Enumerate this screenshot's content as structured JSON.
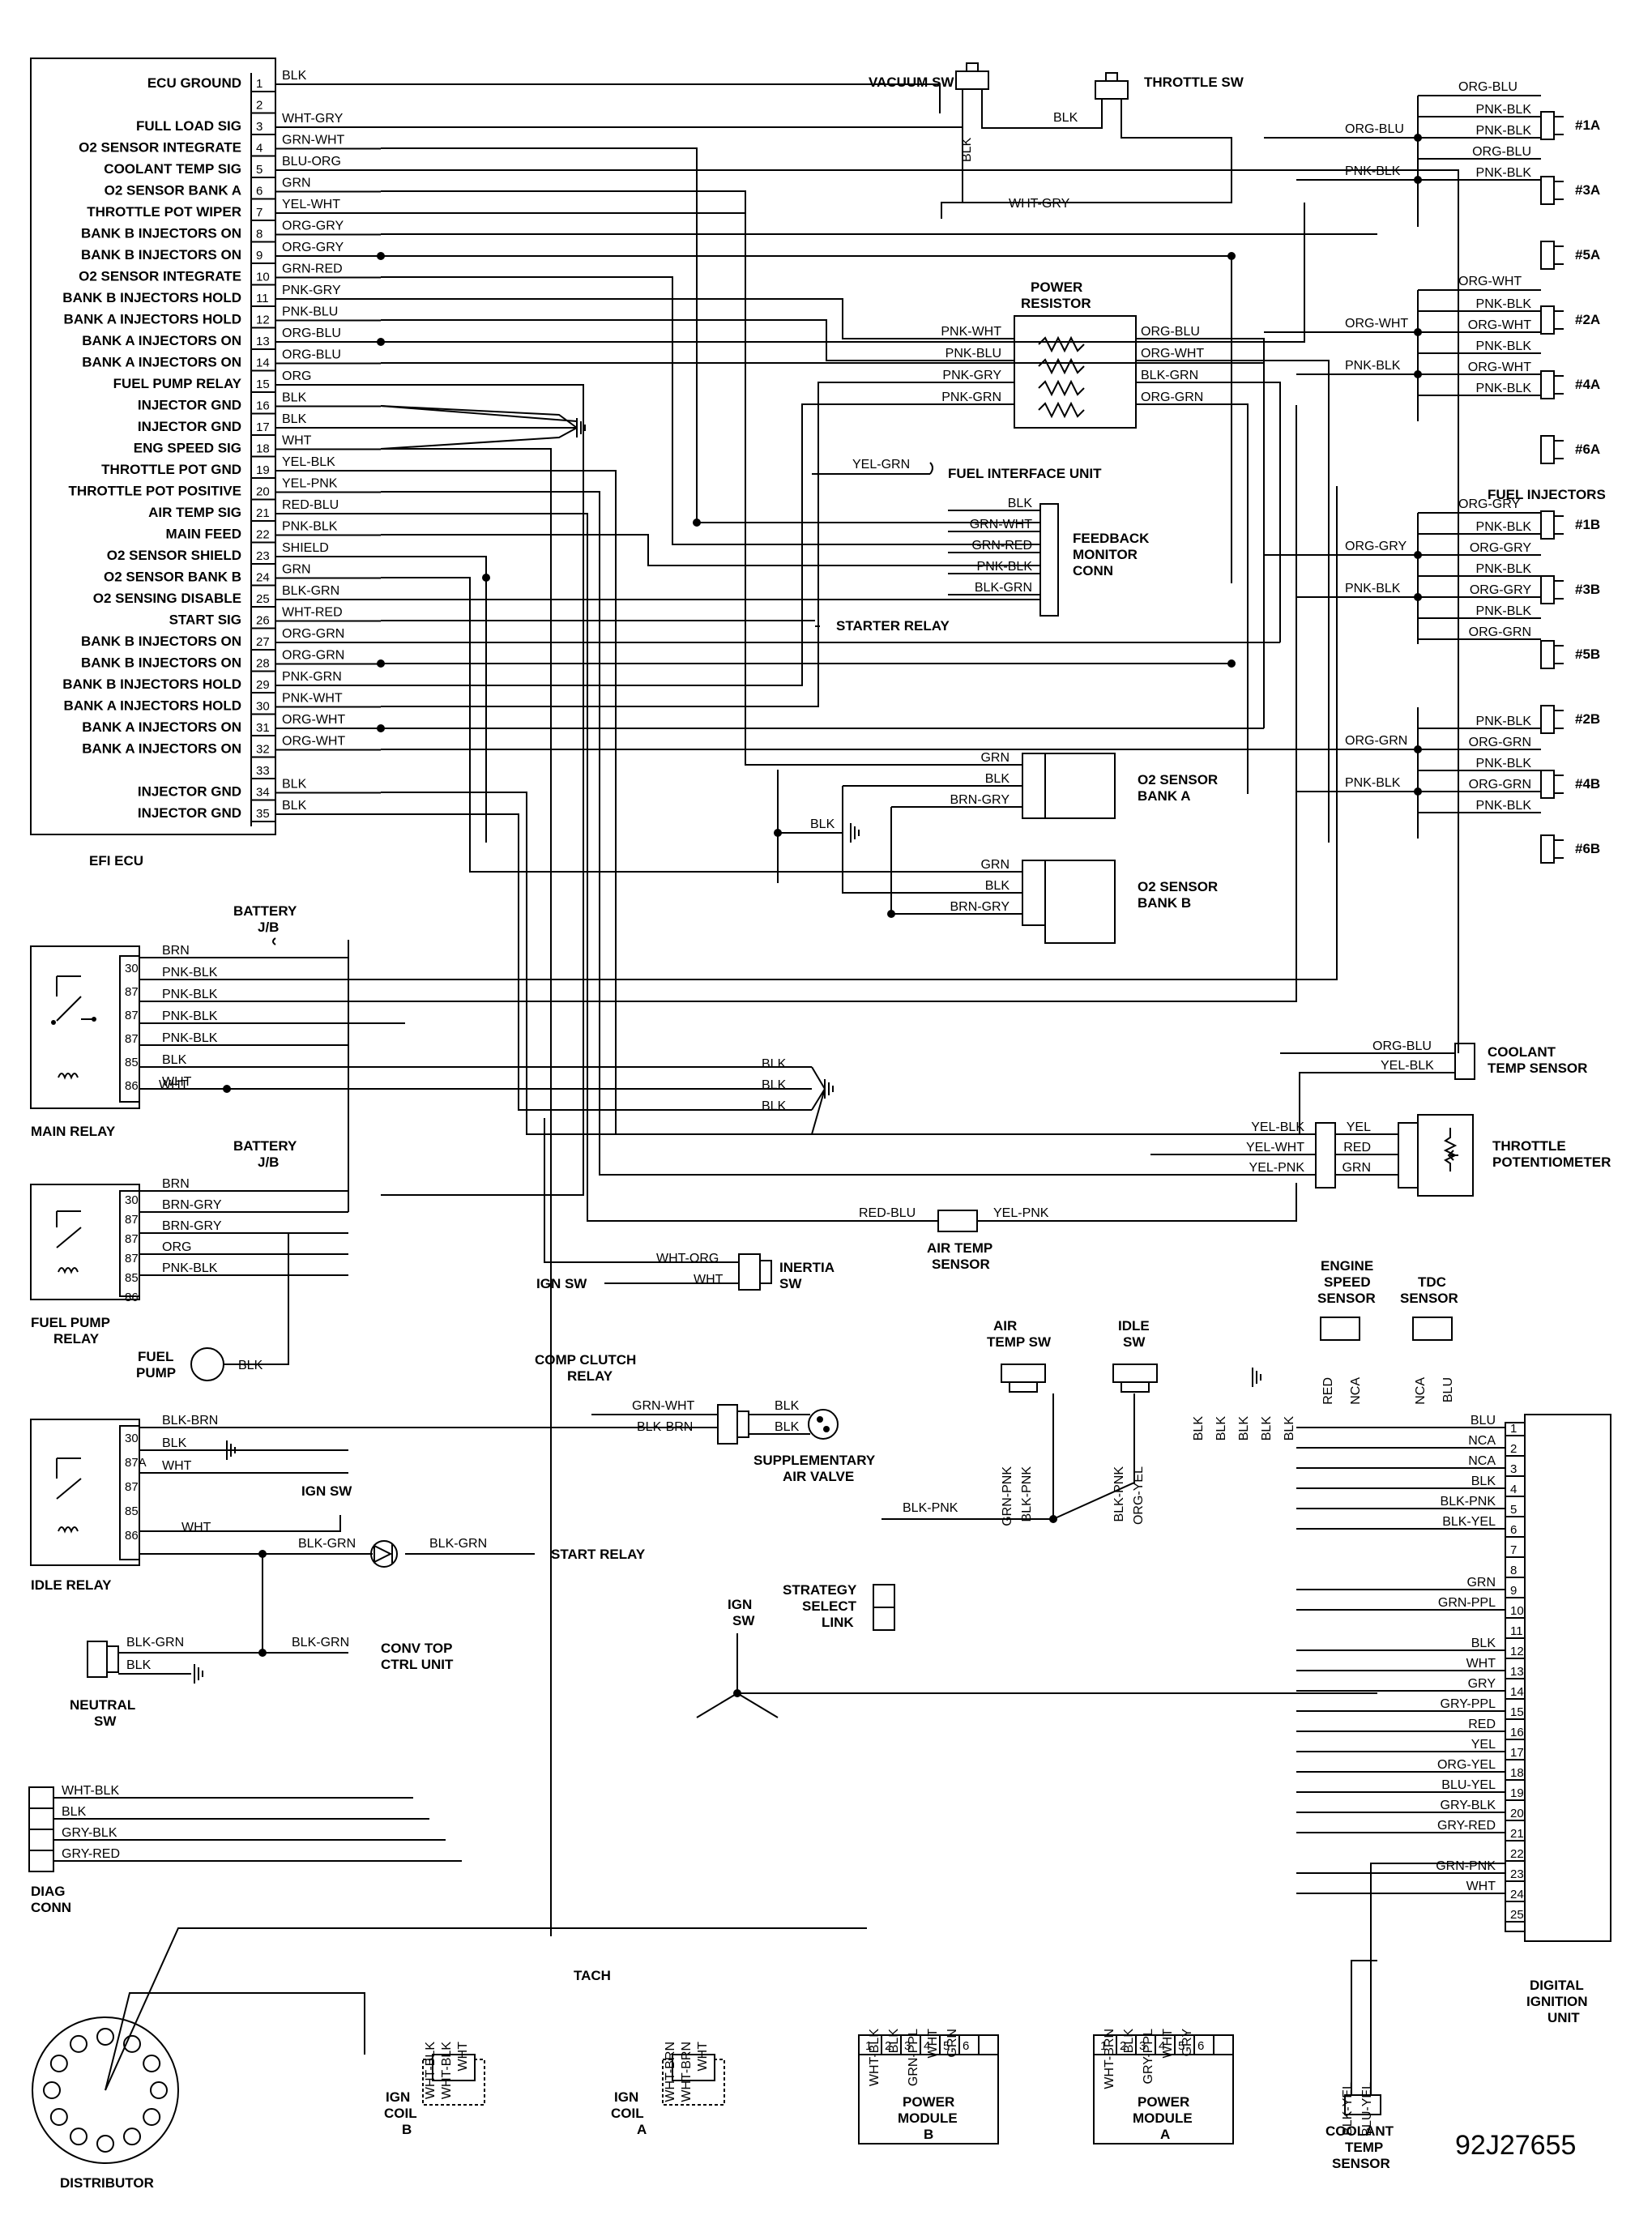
{
  "figure_id": "92J27655",
  "ecu": {
    "name": "EFI ECU",
    "pins": [
      {
        "num": "1",
        "label": "ECU GROUND",
        "wire": "BLK"
      },
      {
        "num": "2",
        "label": "",
        "wire": ""
      },
      {
        "num": "3",
        "label": "FULL LOAD SIG",
        "wire": "WHT-GRY"
      },
      {
        "num": "4",
        "label": "O2 SENSOR INTEGRATE",
        "wire": "GRN-WHT"
      },
      {
        "num": "5",
        "label": "COOLANT TEMP SIG",
        "wire": "BLU-ORG"
      },
      {
        "num": "6",
        "label": "O2 SENSOR BANK A",
        "wire": "GRN"
      },
      {
        "num": "7",
        "label": "THROTTLE POT WIPER",
        "wire": "YEL-WHT"
      },
      {
        "num": "8",
        "label": "BANK B INJECTORS ON",
        "wire": "ORG-GRY"
      },
      {
        "num": "9",
        "label": "BANK B INJECTORS ON",
        "wire": "ORG-GRY"
      },
      {
        "num": "10",
        "label": "O2 SENSOR INTEGRATE",
        "wire": "GRN-RED"
      },
      {
        "num": "11",
        "label": "BANK B INJECTORS HOLD",
        "wire": "PNK-GRY"
      },
      {
        "num": "12",
        "label": "BANK A INJECTORS HOLD",
        "wire": "PNK-BLU"
      },
      {
        "num": "13",
        "label": "BANK A INJECTORS ON",
        "wire": "ORG-BLU"
      },
      {
        "num": "14",
        "label": "BANK A INJECTORS ON",
        "wire": "ORG-BLU"
      },
      {
        "num": "15",
        "label": "FUEL PUMP RELAY",
        "wire": "ORG"
      },
      {
        "num": "16",
        "label": "INJECTOR GND",
        "wire": "BLK"
      },
      {
        "num": "17",
        "label": "INJECTOR GND",
        "wire": "BLK"
      },
      {
        "num": "18",
        "label": "ENG SPEED SIG",
        "wire": "WHT"
      },
      {
        "num": "19",
        "label": "THROTTLE POT GND",
        "wire": "YEL-BLK"
      },
      {
        "num": "20",
        "label": "THROTTLE POT POSITIVE",
        "wire": "YEL-PNK"
      },
      {
        "num": "21",
        "label": "AIR TEMP SIG",
        "wire": "RED-BLU"
      },
      {
        "num": "22",
        "label": "MAIN FEED",
        "wire": "PNK-BLK"
      },
      {
        "num": "23",
        "label": "O2 SENSOR SHIELD",
        "wire": "SHIELD"
      },
      {
        "num": "24",
        "label": "O2 SENSOR BANK B",
        "wire": "GRN"
      },
      {
        "num": "25",
        "label": "O2 SENSING DISABLE",
        "wire": "BLK-GRN"
      },
      {
        "num": "26",
        "label": "START SIG",
        "wire": "WHT-RED"
      },
      {
        "num": "27",
        "label": "BANK B INJECTORS ON",
        "wire": "ORG-GRN"
      },
      {
        "num": "28",
        "label": "BANK B INJECTORS ON",
        "wire": "ORG-GRN"
      },
      {
        "num": "29",
        "label": "BANK B INJECTORS HOLD",
        "wire": "PNK-GRN"
      },
      {
        "num": "30",
        "label": "BANK A INJECTORS HOLD",
        "wire": "PNK-WHT"
      },
      {
        "num": "31",
        "label": "BANK A INJECTORS ON",
        "wire": "ORG-WHT"
      },
      {
        "num": "32",
        "label": "BANK A INJECTORS ON",
        "wire": "ORG-WHT"
      },
      {
        "num": "33",
        "label": "",
        "wire": ""
      },
      {
        "num": "34",
        "label": "INJECTOR GND",
        "wire": "BLK"
      },
      {
        "num": "35",
        "label": "INJECTOR GND",
        "wire": "BLK"
      }
    ]
  },
  "switches": {
    "vacuum": "VACUUM SW",
    "throttle": "THROTTLE SW",
    "vac_blk": "BLK",
    "vac_thr": "BLK",
    "vac_whtgry": "WHT-GRY"
  },
  "power_resistor": {
    "title": "POWER RESISTOR",
    "left": [
      "PNK-WHT",
      "PNK-BLU",
      "PNK-GRY",
      "PNK-GRN"
    ],
    "right": [
      "ORG-BLU",
      "ORG-WHT",
      "BLK-GRN",
      "ORG-GRN"
    ]
  },
  "fuel_interface": {
    "wire": "YEL-GRN",
    "label": "FUEL INTERFACE UNIT"
  },
  "feedback": {
    "title": "FEEDBACK MONITOR CONN",
    "wires": [
      "BLK",
      "GRN-WHT",
      "GRN-RED",
      "PNK-BLK",
      "BLK-GRN"
    ]
  },
  "starter_relay": "STARTER RELAY",
  "o2a": {
    "title": "O2 SENSOR BANK A",
    "wires": [
      "GRN",
      "BLK",
      "BRN-GRY"
    ]
  },
  "o2b": {
    "title": "O2 SENSOR BANK B",
    "wires": [
      "GRN",
      "BLK",
      "BRN-GRY"
    ]
  },
  "o2_gnd": "BLK",
  "injectors": {
    "title": "FUEL INJECTORS",
    "names": [
      "#1A",
      "#3A",
      "#5A",
      "#2A",
      "#4A",
      "#6A",
      "#1B",
      "#3B",
      "#5B",
      "#2B",
      "#4B",
      "#6B"
    ],
    "groups": [
      {
        "feed": "ORG-BLU",
        "feed_top": "ORG-BLU",
        "hold": "PNK-BLK",
        "rows": [
          "PNK-BLK",
          "PNK-BLK",
          "ORG-BLU",
          "PNK-BLK"
        ]
      },
      {
        "feed": "ORG-WHT",
        "feed_top": "ORG-WHT",
        "hold": "PNK-BLK",
        "rows": [
          "PNK-BLK",
          "ORG-WHT",
          "PNK-BLK",
          "ORG-WHT",
          "PNK-BLK"
        ]
      },
      {
        "feed": "ORG-GRY",
        "feed_top": "ORG-GRY",
        "hold": "PNK-BLK",
        "rows": [
          "PNK-BLK",
          "ORG-GRY",
          "PNK-BLK",
          "ORG-GRY",
          "PNK-BLK",
          "ORG-GRN"
        ]
      },
      {
        "feed": "ORG-GRN",
        "feed_top": "",
        "hold": "PNK-BLK",
        "rows": [
          "PNK-BLK",
          "ORG-GRN",
          "PNK-BLK",
          "ORG-GRN",
          "PNK-BLK"
        ]
      }
    ]
  },
  "main_relay": {
    "title": "MAIN RELAY",
    "battery": "BATTERY J/B",
    "pins": [
      "30",
      "87",
      "87",
      "87",
      "85",
      "86"
    ],
    "wires": [
      "BRN",
      "PNK-BLK",
      "PNK-BLK",
      "PNK-BLK",
      "PNK-BLK",
      "BLK",
      "WHT"
    ]
  },
  "fp_relay": {
    "title": "FUEL PUMP RELAY",
    "battery": "BATTERY J/B",
    "pins": [
      "30",
      "87",
      "87",
      "87",
      "85",
      "86"
    ],
    "wires": [
      "BRN",
      "BRN-GRY",
      "BRN-GRY",
      "ORG",
      "PNK-BLK"
    ]
  },
  "fuel_pump": {
    "title": "FUEL PUMP",
    "wire": "BLK"
  },
  "ground_blk": [
    "BLK",
    "BLK",
    "BLK"
  ],
  "coolant_sensor": {
    "title": "COOLANT TEMP SENSOR",
    "wires": [
      "ORG-BLU",
      "YEL-BLK"
    ]
  },
  "throttle_pot": {
    "title": "THROTTLE POTENTIOMETER",
    "left": [
      "YEL-BLK",
      "YEL-WHT",
      "YEL-PNK"
    ],
    "right": [
      "YEL",
      "RED",
      "GRN"
    ]
  },
  "air_temp": {
    "title": "AIR TEMP SENSOR",
    "left": "RED-BLU",
    "right": "YEL-PNK"
  },
  "inertia": {
    "title": "INERTIA SW",
    "ign": "IGN SW",
    "wires": [
      "WHT-ORG",
      "WHT"
    ]
  },
  "comp_clutch": {
    "title": "COMP CLUTCH RELAY",
    "wires": [
      "GRN-WHT",
      "BLK-BRN"
    ],
    "right": [
      "BLK",
      "BLK"
    ]
  },
  "sav": "SUPPLEMENTARY AIR VALVE",
  "idle_relay": {
    "title": "IDLE RELAY",
    "pins": [
      "30",
      "87A",
      "87",
      "85",
      "86"
    ],
    "wires": [
      "BLK-BRN",
      "BLK",
      "WHT",
      "BLK-GRN",
      "BLK-GRN",
      "BLK-GRN"
    ],
    "ign": "IGN SW",
    "start": "START RELAY"
  },
  "neutral": {
    "title": "NEUTRAL SW",
    "wires": [
      "BLK-GRN",
      "BLK"
    ],
    "conv": "CONV TOP CTRL UNIT",
    "conv_wire": "BLK-GRN"
  },
  "diag": {
    "title": "DIAG CONN",
    "wires": [
      "WHT-BLK",
      "BLK",
      "GRY-BLK",
      "GRY-RED"
    ]
  },
  "distributor": "DISTRIBUTOR",
  "ign_sw_low": {
    "title": "IGN SW",
    "wire": "WHT"
  },
  "strategy": "STRATEGY SELECT LINK",
  "air_temp_sw": {
    "title": "AIR TEMP SW",
    "wires": [
      "GRN-PNK",
      "BLK-PNK"
    ]
  },
  "idle_sw": {
    "title": "IDLE SW",
    "wires": [
      "BLK-PNK",
      "ORG-YEL"
    ]
  },
  "gnd_blk5": [
    "BLK",
    "BLK",
    "BLK",
    "BLK",
    "BLK"
  ],
  "blk_pnk": "BLK-PNK",
  "eng_speed": {
    "title": "ENGINE SPEED SENSOR",
    "wires": [
      "RED",
      "NCA"
    ]
  },
  "tdc": {
    "title": "TDC SENSOR",
    "wires": [
      "NCA",
      "BLU"
    ]
  },
  "diu": {
    "title": "DIGITAL IGNITION UNIT",
    "pins": [
      {
        "num": "1",
        "wire": "BLU"
      },
      {
        "num": "2",
        "wire": "NCA"
      },
      {
        "num": "3",
        "wire": "NCA"
      },
      {
        "num": "4",
        "wire": "BLK"
      },
      {
        "num": "5",
        "wire": "BLK-PNK"
      },
      {
        "num": "6",
        "wire": "BLK-YEL"
      },
      {
        "num": "7",
        "wire": ""
      },
      {
        "num": "8",
        "wire": ""
      },
      {
        "num": "9",
        "wire": "GRN"
      },
      {
        "num": "10",
        "wire": "GRN-PPL"
      },
      {
        "num": "11",
        "wire": ""
      },
      {
        "num": "12",
        "wire": "BLK"
      },
      {
        "num": "13",
        "wire": "WHT"
      },
      {
        "num": "14",
        "wire": "GRY"
      },
      {
        "num": "15",
        "wire": "GRY-PPL"
      },
      {
        "num": "16",
        "wire": "RED"
      },
      {
        "num": "17",
        "wire": "YEL"
      },
      {
        "num": "18",
        "wire": "ORG-YEL"
      },
      {
        "num": "19",
        "wire": "BLU-YEL"
      },
      {
        "num": "20",
        "wire": "GRY-BLK"
      },
      {
        "num": "21",
        "wire": "GRY-RED"
      },
      {
        "num": "22",
        "wire": ""
      },
      {
        "num": "23",
        "wire": "GRN-PNK"
      },
      {
        "num": "24",
        "wire": "WHT"
      },
      {
        "num": "25",
        "wire": ""
      }
    ]
  },
  "coil_b": {
    "title": "IGN COIL B",
    "wires": [
      "WHT-BLK",
      "WHT-BLK",
      "WHT"
    ]
  },
  "coil_a": {
    "title": "IGN COIL A",
    "wires": [
      "WHT-BRN",
      "WHT-BRN",
      "WHT"
    ],
    "tach": "TACH"
  },
  "pm_b": {
    "title": "POWER MODULE B",
    "wires": [
      "WHT-BLK",
      "BLK",
      "GRN-PPL",
      "WHT",
      "GRN"
    ],
    "pins": [
      "1",
      "2",
      "3",
      "4",
      "5",
      "6"
    ]
  },
  "pm_a": {
    "title": "POWER MODULE A",
    "wires": [
      "WHT-BRN",
      "BLK",
      "GRY-PPL",
      "WHT",
      "GRY"
    ],
    "pins": [
      "1",
      "2",
      "3",
      "4",
      "5",
      "6"
    ]
  },
  "coolant_sensor2": {
    "title": "COOLANT TEMP SENSOR",
    "wires": [
      "BLK-YEL",
      "BLU-YEL"
    ]
  }
}
